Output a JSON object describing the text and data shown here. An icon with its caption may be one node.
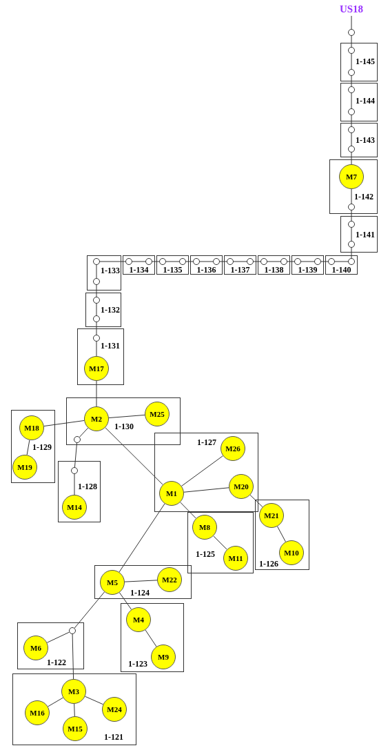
{
  "diagram": {
    "nodes": [
      {
        "text": [
          "US18"
        ]
      },
      {
        "text": [],
        "shape": "circle"
      },
      {
        "text": [
          "1-145"
        ]
      },
      {
        "text": [],
        "shape": "circle",
        "in": 2
      },
      {
        "text": [],
        "shape": "circle",
        "in": 2
      },
      {
        "text": [
          "1-144"
        ]
      },
      {
        "text": [],
        "shape": "circle",
        "in": 5
      },
      {
        "text": [],
        "shape": "circle",
        "in": 5
      },
      {
        "text": [
          "1-143"
        ]
      },
      {
        "text": [],
        "shape": "circle",
        "in": 8
      },
      {
        "text": [],
        "shape": "circle",
        "in": 8
      },
      {
        "text": [
          "1-142"
        ]
      },
      {
        "text": [
          "M7"
        ],
        "in": 11
      },
      {
        "text": [],
        "shape": "circle",
        "in": 11
      },
      {
        "text": [
          "1-141"
        ]
      },
      {
        "text": [],
        "shape": "circle",
        "in": 14
      },
      {
        "text": [],
        "shape": "circle",
        "in": 14
      },
      {
        "text": [
          "1-140"
        ]
      },
      {
        "text": [],
        "shape": "circle",
        "in": 17
      },
      {
        "text": [],
        "shape": "circle",
        "in": 17
      },
      {
        "text": [
          "1-139"
        ]
      },
      {
        "text": [],
        "shape": "circle",
        "in": 20
      },
      {
        "text": [],
        "shape": "circle",
        "in": 20
      },
      {
        "text": [
          "1-138"
        ]
      },
      {
        "text": [],
        "shape": "circle",
        "in": 23
      },
      {
        "text": [],
        "shape": "circle",
        "in": 23
      },
      {
        "text": [
          "1-137"
        ]
      },
      {
        "text": [],
        "shape": "circle",
        "in": 26
      },
      {
        "text": [],
        "shape": "circle",
        "in": 26
      },
      {
        "text": [
          "1-136"
        ]
      },
      {
        "text": [],
        "shape": "circle",
        "in": 29
      },
      {
        "text": [],
        "shape": "circle",
        "in": 29
      },
      {
        "text": [
          "1-135"
        ]
      },
      {
        "text": [],
        "shape": "circle",
        "in": 32
      },
      {
        "text": [],
        "shape": "circle",
        "in": 32
      },
      {
        "text": [
          "1-134"
        ]
      },
      {
        "text": [],
        "shape": "circle",
        "in": 35
      },
      {
        "text": [],
        "shape": "circle",
        "in": 35
      },
      {
        "text": [
          "1-133"
        ]
      },
      {
        "text": [],
        "shape": "circle",
        "in": 38
      },
      {
        "text": [],
        "shape": "circle",
        "in": 38
      },
      {
        "text": [
          "1-132"
        ]
      },
      {
        "text": [],
        "shape": "circle",
        "in": 41
      },
      {
        "text": [],
        "shape": "circle",
        "in": 41
      },
      {
        "text": [
          "1-131"
        ]
      },
      {
        "text": [],
        "shape": "circle",
        "in": 44
      },
      {
        "text": [
          "M17"
        ],
        "in": 44
      },
      {
        "text": [
          "1-130"
        ]
      },
      {
        "text": [
          "M2"
        ],
        "in": 47
      },
      {
        "text": [
          "M25"
        ],
        "in": 47
      },
      {
        "text": [],
        "shape": "circle",
        "in": 47
      },
      {
        "text": [
          "1-129"
        ]
      },
      {
        "text": [
          "M18"
        ],
        "in": 51
      },
      {
        "text": [
          "M19"
        ],
        "in": 51
      },
      {
        "text": [
          "1-128"
        ]
      },
      {
        "text": [],
        "shape": "circle",
        "in": 54
      },
      {
        "text": [
          "M14"
        ],
        "in": 54
      },
      {
        "text": [
          "1-127"
        ]
      },
      {
        "text": [
          "M26"
        ],
        "in": 57
      },
      {
        "text": [
          "M1"
        ],
        "in": 57
      },
      {
        "text": [
          "M20"
        ],
        "in": 57
      },
      {
        "text": [
          "1-126"
        ]
      },
      {
        "text": [
          "M21"
        ],
        "in": 61
      },
      {
        "text": [
          "M10"
        ],
        "in": 61
      },
      {
        "text": [
          "1-125"
        ]
      },
      {
        "text": [
          "M8"
        ],
        "in": 64
      },
      {
        "text": [
          "M11"
        ],
        "in": 64
      },
      {
        "text": [
          "1-124"
        ]
      },
      {
        "text": [
          "M5"
        ],
        "in": 67
      },
      {
        "text": [
          "M22"
        ],
        "in": 67
      },
      {
        "text": [
          "1-123"
        ]
      },
      {
        "text": [
          "M4"
        ],
        "in": 70
      },
      {
        "text": [
          "M9"
        ],
        "in": 70
      },
      {
        "text": [
          "1-122"
        ]
      },
      {
        "text": [
          "M6"
        ],
        "in": 73
      },
      {
        "text": [],
        "shape": "circle",
        "in": 73
      },
      {
        "text": [
          "1-121"
        ]
      },
      {
        "text": [
          "M3"
        ],
        "in": 76
      },
      {
        "text": [
          "M16"
        ],
        "in": 76
      },
      {
        "text": [
          "M15"
        ],
        "in": 76
      },
      {
        "text": [
          "M24"
        ],
        "in": 76
      }
    ],
    "edges": [
      {
        "from": 0,
        "to": 1,
        "arrow": "none"
      },
      {
        "from": 1,
        "to": 3,
        "arrow": "none"
      },
      {
        "from": 3,
        "to": 4,
        "arrow": "none"
      },
      {
        "from": 4,
        "to": 6,
        "arrow": "none"
      },
      {
        "from": 6,
        "to": 7,
        "arrow": "none"
      },
      {
        "from": 7,
        "to": 9,
        "arrow": "none"
      },
      {
        "from": 9,
        "to": 10,
        "arrow": "none"
      },
      {
        "from": 10,
        "to": 12,
        "arrow": "none"
      },
      {
        "from": 12,
        "to": 13,
        "arrow": "none"
      },
      {
        "from": 13,
        "to": 15,
        "arrow": "none"
      },
      {
        "from": 15,
        "to": 16,
        "arrow": "none"
      },
      {
        "from": 16,
        "to": 19,
        "arrow": "none"
      },
      {
        "from": 19,
        "to": 18,
        "arrow": "none"
      },
      {
        "from": 18,
        "to": 22,
        "arrow": "none"
      },
      {
        "from": 22,
        "to": 21,
        "arrow": "none"
      },
      {
        "from": 21,
        "to": 25,
        "arrow": "none"
      },
      {
        "from": 25,
        "to": 24,
        "arrow": "none"
      },
      {
        "from": 24,
        "to": 28,
        "arrow": "none"
      },
      {
        "from": 28,
        "to": 27,
        "arrow": "none"
      },
      {
        "from": 27,
        "to": 31,
        "arrow": "none"
      },
      {
        "from": 31,
        "to": 30,
        "arrow": "none"
      },
      {
        "from": 30,
        "to": 34,
        "arrow": "none"
      },
      {
        "from": 34,
        "to": 33,
        "arrow": "none"
      },
      {
        "from": 33,
        "to": 37,
        "arrow": "none"
      },
      {
        "from": 37,
        "to": 36,
        "arrow": "none"
      },
      {
        "from": 36,
        "to": 39,
        "arrow": "none"
      },
      {
        "from": 39,
        "to": 40,
        "arrow": "none"
      },
      {
        "from": 40,
        "to": 42,
        "arrow": "none"
      },
      {
        "from": 42,
        "to": 43,
        "arrow": "none"
      },
      {
        "from": 43,
        "to": 45,
        "arrow": "none"
      },
      {
        "from": 45,
        "to": 46,
        "arrow": "none"
      },
      {
        "from": 46,
        "to": 48,
        "arrow": "none"
      },
      {
        "from": 48,
        "to": 52,
        "arrow": "none"
      },
      {
        "from": 48,
        "to": 49,
        "arrow": "none"
      },
      {
        "from": 48,
        "to": 50,
        "arrow": "none"
      },
      {
        "from": 50,
        "to": 55,
        "arrow": "none"
      },
      {
        "from": 55,
        "to": 56,
        "arrow": "none"
      },
      {
        "from": 52,
        "to": 53,
        "arrow": "none"
      },
      {
        "from": 48,
        "to": 59,
        "arrow": "none"
      },
      {
        "from": 59,
        "to": 58,
        "arrow": "none"
      },
      {
        "from": 59,
        "to": 60,
        "arrow": "none"
      },
      {
        "from": 60,
        "to": 62,
        "arrow": "none"
      },
      {
        "from": 62,
        "to": 63,
        "arrow": "none"
      },
      {
        "from": 59,
        "to": 65,
        "arrow": "none"
      },
      {
        "from": 65,
        "to": 66,
        "arrow": "none"
      },
      {
        "from": 59,
        "to": 68,
        "arrow": "none"
      },
      {
        "from": 68,
        "to": 69,
        "arrow": "none"
      },
      {
        "from": 68,
        "to": 71,
        "arrow": "none"
      },
      {
        "from": 71,
        "to": 72,
        "arrow": "none"
      },
      {
        "from": 68,
        "to": 75,
        "arrow": "none"
      },
      {
        "from": 75,
        "to": 74,
        "arrow": "none"
      },
      {
        "from": 75,
        "to": 77,
        "arrow": "none"
      },
      {
        "from": 77,
        "to": 78,
        "arrow": "none"
      },
      {
        "from": 77,
        "to": 79,
        "arrow": "none"
      },
      {
        "from": 77,
        "to": 80,
        "arrow": "none"
      }
    ]
  }
}
